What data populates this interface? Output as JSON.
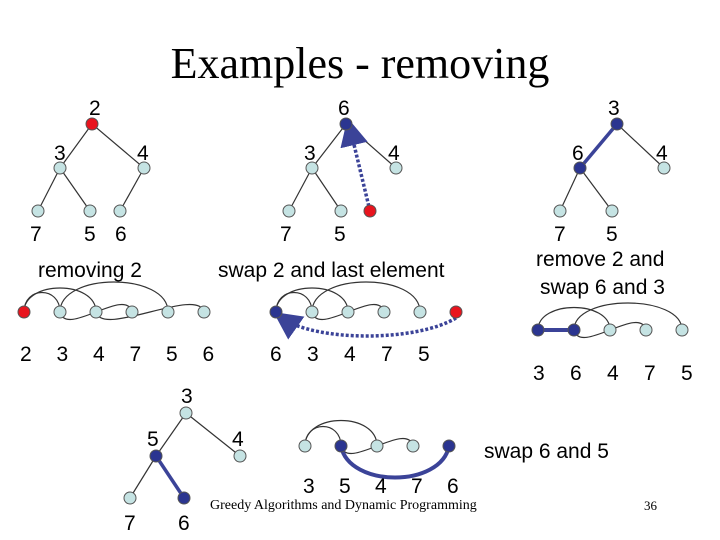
{
  "slide": {
    "title": "Examples - removing",
    "footer": "Greedy Algorithms and Dynamic Programming",
    "page_number": "36"
  },
  "colors": {
    "node_default": "#c5e3e3",
    "node_removed": "#e8141e",
    "node_active": "#2b3590",
    "edge": "#333333",
    "highlight": "#3b4398"
  },
  "tree1": {
    "labels": [
      "2",
      "3",
      "4",
      "7",
      "5",
      "6"
    ],
    "caption": "removing 2",
    "array_values": [
      "2",
      "3",
      "4",
      "7",
      "5",
      "6"
    ]
  },
  "tree2": {
    "labels": [
      "6",
      "3",
      "4",
      "7",
      "5"
    ],
    "caption": "swap 2 and last element",
    "array_values": [
      "6",
      "3",
      "4",
      "7",
      "5"
    ]
  },
  "tree3": {
    "labels": [
      "3",
      "6",
      "4",
      "7",
      "5"
    ],
    "caption_line1": "remove 2 and",
    "caption_line2": "swap 6 and 3",
    "array_values": [
      "3",
      "6",
      "4",
      "7",
      "5"
    ]
  },
  "tree4": {
    "labels": [
      "3",
      "5",
      "4",
      "7",
      "6"
    ],
    "caption": "swap 6 and 5",
    "array_values": [
      "3",
      "5",
      "4",
      "7",
      "6"
    ]
  }
}
